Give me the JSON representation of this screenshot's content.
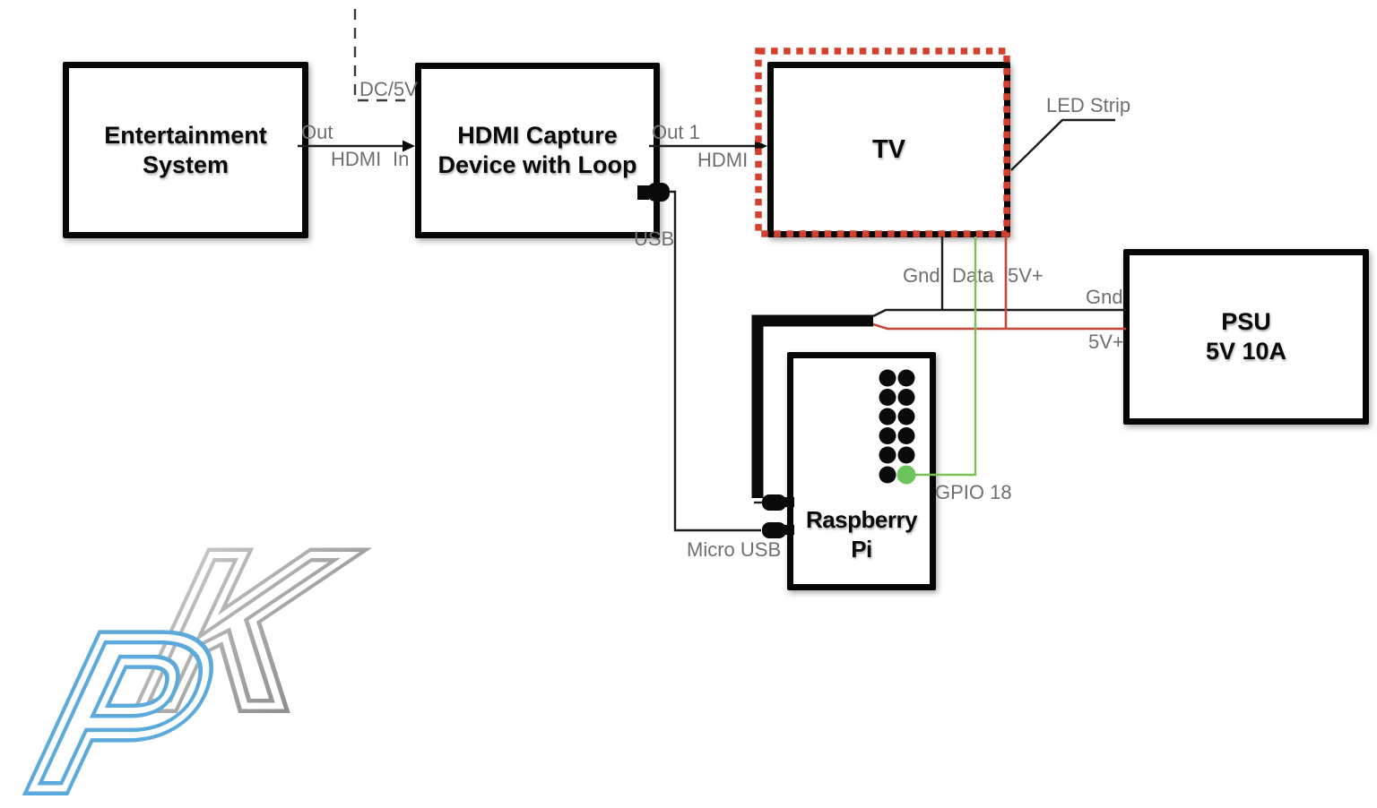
{
  "nodes": {
    "entertainment": {
      "line1": "Entertainment",
      "line2": "System"
    },
    "capture": {
      "line1": "HDMI Capture",
      "line2": "Device with Loop"
    },
    "tv": {
      "line1": "TV"
    },
    "psu": {
      "line1": "PSU",
      "line2": "5V 10A"
    },
    "pi": {
      "line1": "Raspberry",
      "line2": "Pi"
    }
  },
  "labels": {
    "dc5v": "DC/5V",
    "out": "Out",
    "hdmi_in": "HDMI",
    "in": "In",
    "out1": "Out 1",
    "hdmi_out": "HDMI",
    "usb": "USB",
    "led_strip": "LED Strip",
    "gnd_strip": "Gnd",
    "data_strip": "Data",
    "v5_strip": "5V+",
    "gnd_psu": "Gnd",
    "v5_psu": "5V+",
    "gpio18": "GPIO 18",
    "micro_usb": "Micro USB"
  },
  "logo": {
    "letter_k": "K",
    "letter_p": "P"
  },
  "gpio_header": {
    "rows": 6,
    "columns": 2,
    "highlighted_pin": "GPIO 18"
  },
  "colors": {
    "wire_black": "#1c1c1c",
    "wire_red": "#c64539",
    "wire_green": "#79c157",
    "led_strip_border": "#d5402e",
    "gpio_pin_green": "#6dc35c",
    "label_text": "#6f6f6f",
    "node_border": "#060606",
    "logo_gray": "#9a9a9a",
    "logo_blue": "#54a6db"
  },
  "connections": [
    {
      "from": "Entertainment System",
      "to": "HDMI Capture Device with Loop",
      "port_labels": [
        "Out",
        "HDMI",
        "In"
      ]
    },
    {
      "from": "DC/5V",
      "to": "HDMI Capture Device with Loop",
      "port_labels": [
        "DC/5V"
      ]
    },
    {
      "from": "HDMI Capture Device with Loop",
      "to": "TV",
      "port_labels": [
        "Out 1",
        "HDMI"
      ]
    },
    {
      "from": "HDMI Capture Device with Loop",
      "to": "Raspberry Pi",
      "port_labels": [
        "USB",
        "Micro USB"
      ]
    },
    {
      "from": "LED Strip",
      "to": "PSU 5V 10A",
      "port_labels": [
        "Gnd",
        "5V+"
      ]
    },
    {
      "from": "LED Strip",
      "to": "Raspberry Pi",
      "port_labels": [
        "Data",
        "GPIO 18"
      ]
    },
    {
      "from": "PSU 5V 10A",
      "to": "Raspberry Pi",
      "port_labels": []
    }
  ]
}
